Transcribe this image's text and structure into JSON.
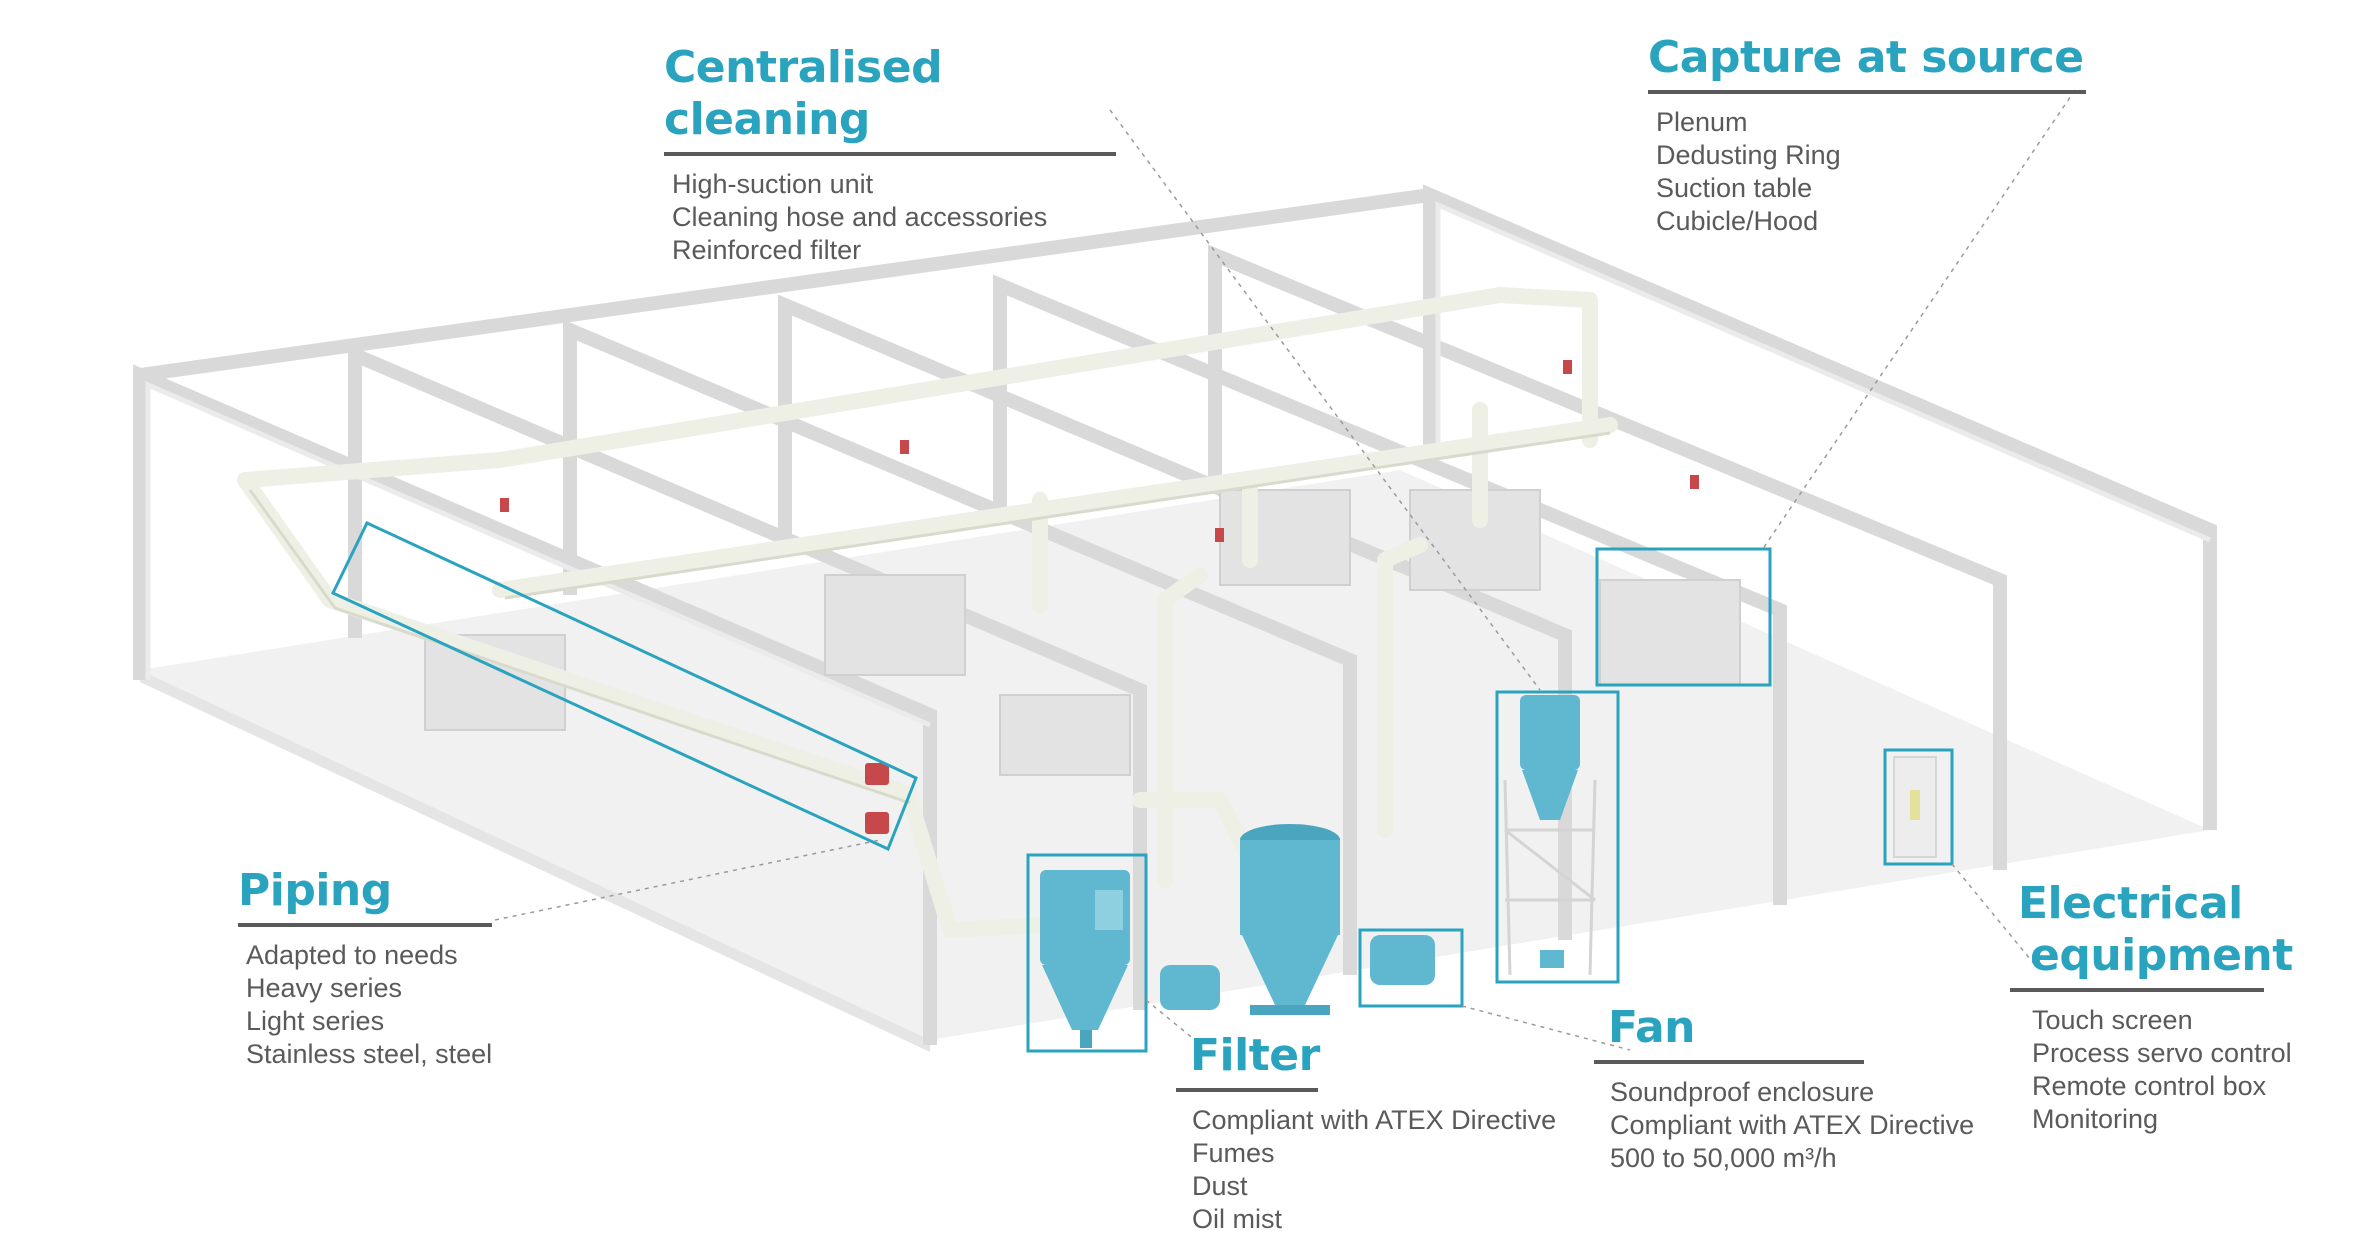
{
  "callouts": {
    "centralised": {
      "title": "Centralised cleaning",
      "items": [
        "High-suction unit",
        "Cleaning hose and accessories",
        "Reinforced filter"
      ]
    },
    "capture": {
      "title": "Capture at source",
      "items": [
        "Plenum",
        "Dedusting Ring",
        "Suction table",
        "Cubicle/Hood"
      ]
    },
    "piping": {
      "title": "Piping",
      "items": [
        "Adapted to needs",
        "Heavy series",
        "Light series",
        "Stainless steel, steel"
      ]
    },
    "filter": {
      "title": "Filter",
      "items": [
        "Compliant with ATEX Directive",
        "Fumes",
        "Dust",
        "Oil mist"
      ]
    },
    "fan": {
      "title": "Fan",
      "items": [
        "Soundproof enclosure",
        "Compliant with ATEX Directive",
        "500 to 50,000 m³/h"
      ]
    },
    "electrical": {
      "title_line1": "Electrical",
      "title_line2": "equipment",
      "items": [
        "Touch screen",
        "Process servo control",
        "Remote control box",
        "Monitoring"
      ]
    }
  },
  "colors": {
    "accent": "#2aa3bf",
    "text": "#5a5a5a",
    "frame": "#d9d9d9",
    "pipe": "#eef0e6",
    "equipment": "#5fb8d0",
    "valve": "#c7484a",
    "floor": "#f1f1f1"
  }
}
